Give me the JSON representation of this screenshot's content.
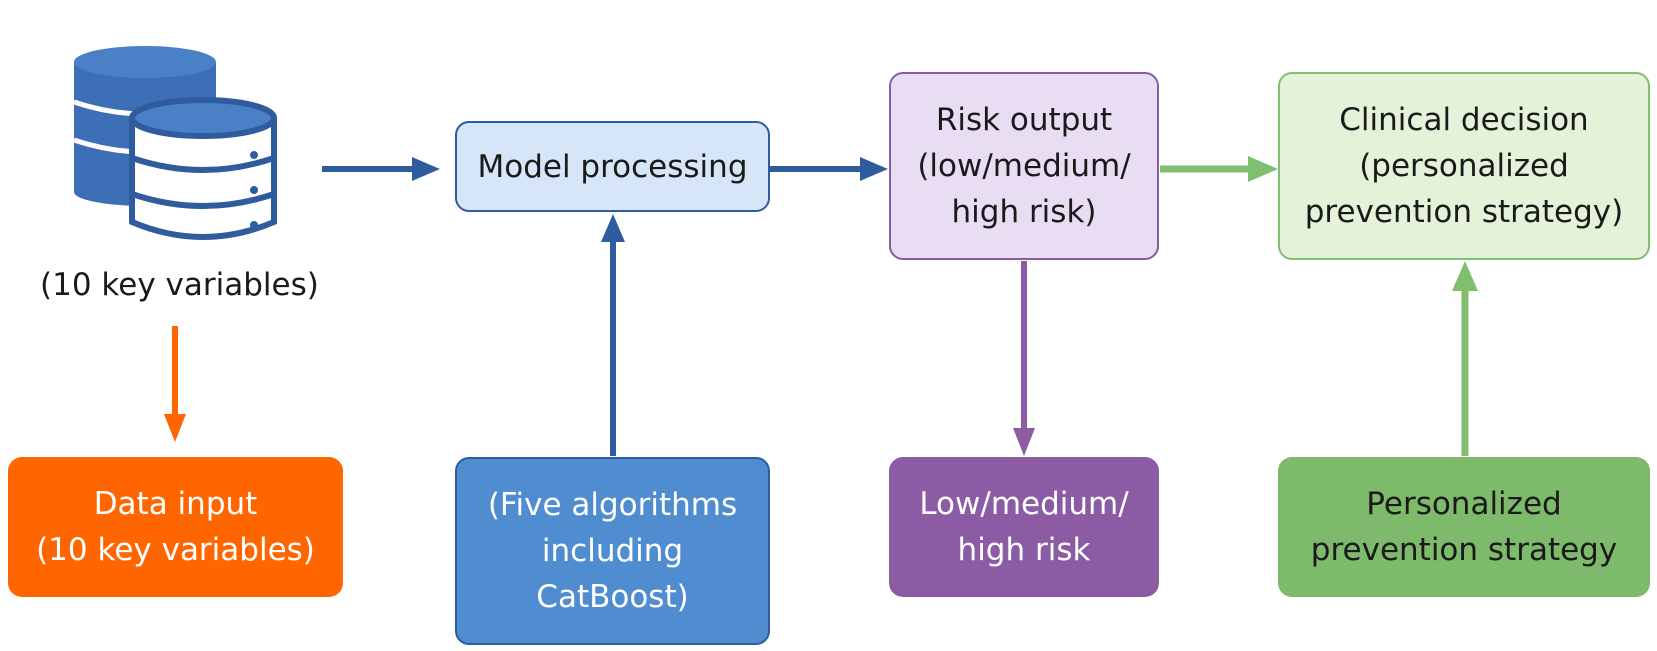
{
  "colors": {
    "dark_blue": "#2E5C9E",
    "orange": "#FF6600",
    "purple": "#8B5CA3",
    "light_green": "#7FBF6E",
    "process_fill": "#D6E6F8",
    "algo_fill": "#4F8CD0",
    "risk_fill": "#E8DDF3",
    "risk_dark_fill": "#8B5CA3",
    "decision_fill": "#E3F2D9",
    "strategy_fill": "#7DBA6B"
  },
  "database": {
    "icon": "database-stack-icon",
    "caption": "(10 key variables)"
  },
  "nodes": {
    "data_input": {
      "lines": [
        "Data input",
        "(10 key variables)"
      ]
    },
    "model_processing": {
      "lines": [
        "Model processing"
      ]
    },
    "algorithms": {
      "lines": [
        "(Five algorithms",
        "including",
        "CatBoost)"
      ]
    },
    "risk_output": {
      "lines": [
        "Risk output",
        "(low/medium/",
        "high risk)"
      ]
    },
    "risk_levels": {
      "lines": [
        "Low/medium/",
        "high risk"
      ]
    },
    "clinical_decision": {
      "lines": [
        "Clinical decision",
        "(personalized",
        "prevention strategy)"
      ]
    },
    "prevention_strategy": {
      "lines": [
        "Personalized",
        "prevention strategy"
      ]
    }
  }
}
